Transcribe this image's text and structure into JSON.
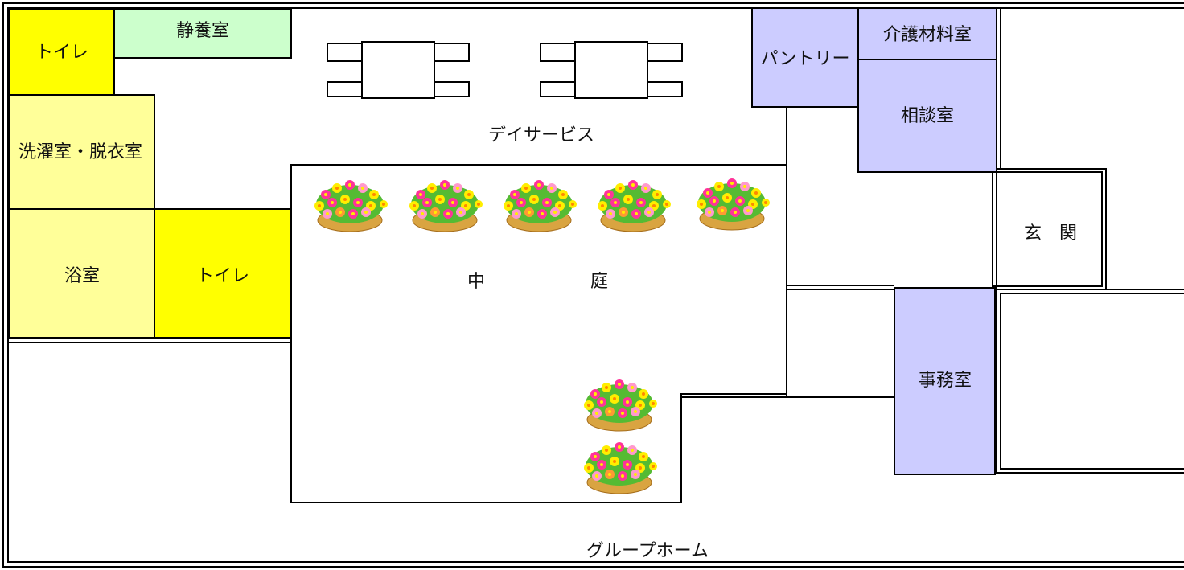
{
  "rooms": {
    "toilet_top": "トイレ",
    "rest_room": "静養室",
    "laundry_dressing": "洗濯室・脱衣室",
    "bath": "浴室",
    "toilet_mid": "トイレ",
    "pantry": "パントリー",
    "care_supplies": "介護材料室",
    "consultation": "相談室",
    "entrance": "玄　関",
    "office": "事務室"
  },
  "areas": {
    "day_service": "デイサービス",
    "courtyard_1": "中",
    "courtyard_2": "庭",
    "group_home": "グループホーム"
  },
  "colors": {
    "toilet": "#ffff00",
    "rest": "#ccffcc",
    "bath": "#ffff99",
    "service": "#ccccff",
    "line": "#000000",
    "flower_pink": "#ff3399",
    "flower_yellow": "#ffee00",
    "leaf": "#55bb33",
    "basket": "#d9a441"
  },
  "icons": {
    "table": "table-with-chairs-icon",
    "flower": "flower-basket-icon"
  }
}
